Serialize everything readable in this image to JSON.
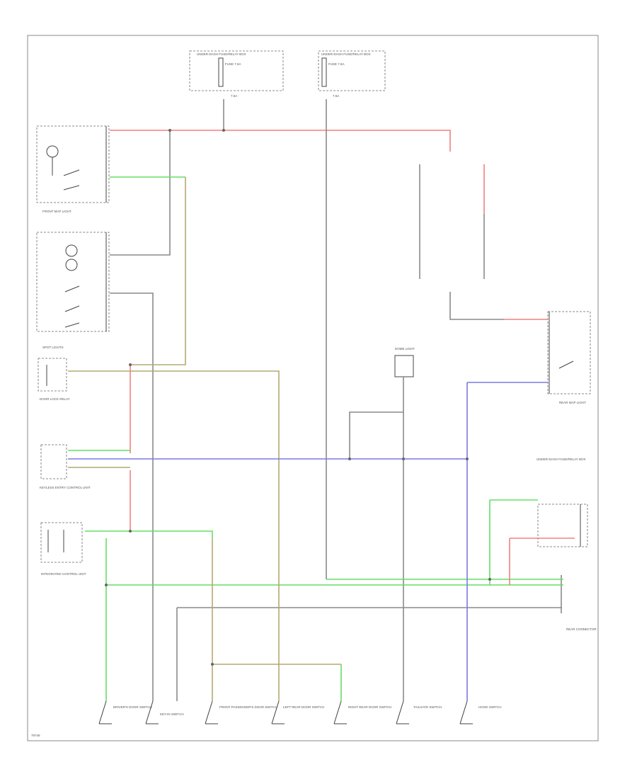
{
  "labels": {
    "fuse_box_left_title": "UNDER-DASH FUSE/RELAY BOX",
    "fuse_box_left_sub": "FUSE 7.5A",
    "fuse_box_right_title": "UNDER-DASH FUSE/RELAY BOX",
    "fuse_box_right_sub": "FUSE 7.5A",
    "left_fuse_note": "7.5A",
    "right_fuse_note": "7.5A",
    "front_map_light": "FRONT MAP LIGHT",
    "spot_lights": "SPOT LIGHTS",
    "door_lock_relay": "DOOR LOCK RELAY",
    "keyless_unit": "KEYLESS ENTRY CONTROL UNIT",
    "integrated_unit": "INTEGRATED CONTROL UNIT",
    "dome_light": "DOME LIGHT",
    "rear_map_light": "REAR MAP LIGHT",
    "under_dash_fuse": "UNDER-DASH FUSE/RELAY BOX",
    "rear_connector": "REAR CONNECTOR",
    "switch_1": "DRIVER'S DOOR SWITCH",
    "switch_2": "KEY-IN SWITCH",
    "switch_3": "FRONT PASSENGER'S DOOR SWITCH",
    "switch_4": "LEFT REAR DOOR SWITCH",
    "switch_5": "RIGHT REAR DOOR SWITCH",
    "switch_6": "TAILGATE SWITCH",
    "switch_7": "HOOD SWITCH",
    "page_code": "79749"
  }
}
